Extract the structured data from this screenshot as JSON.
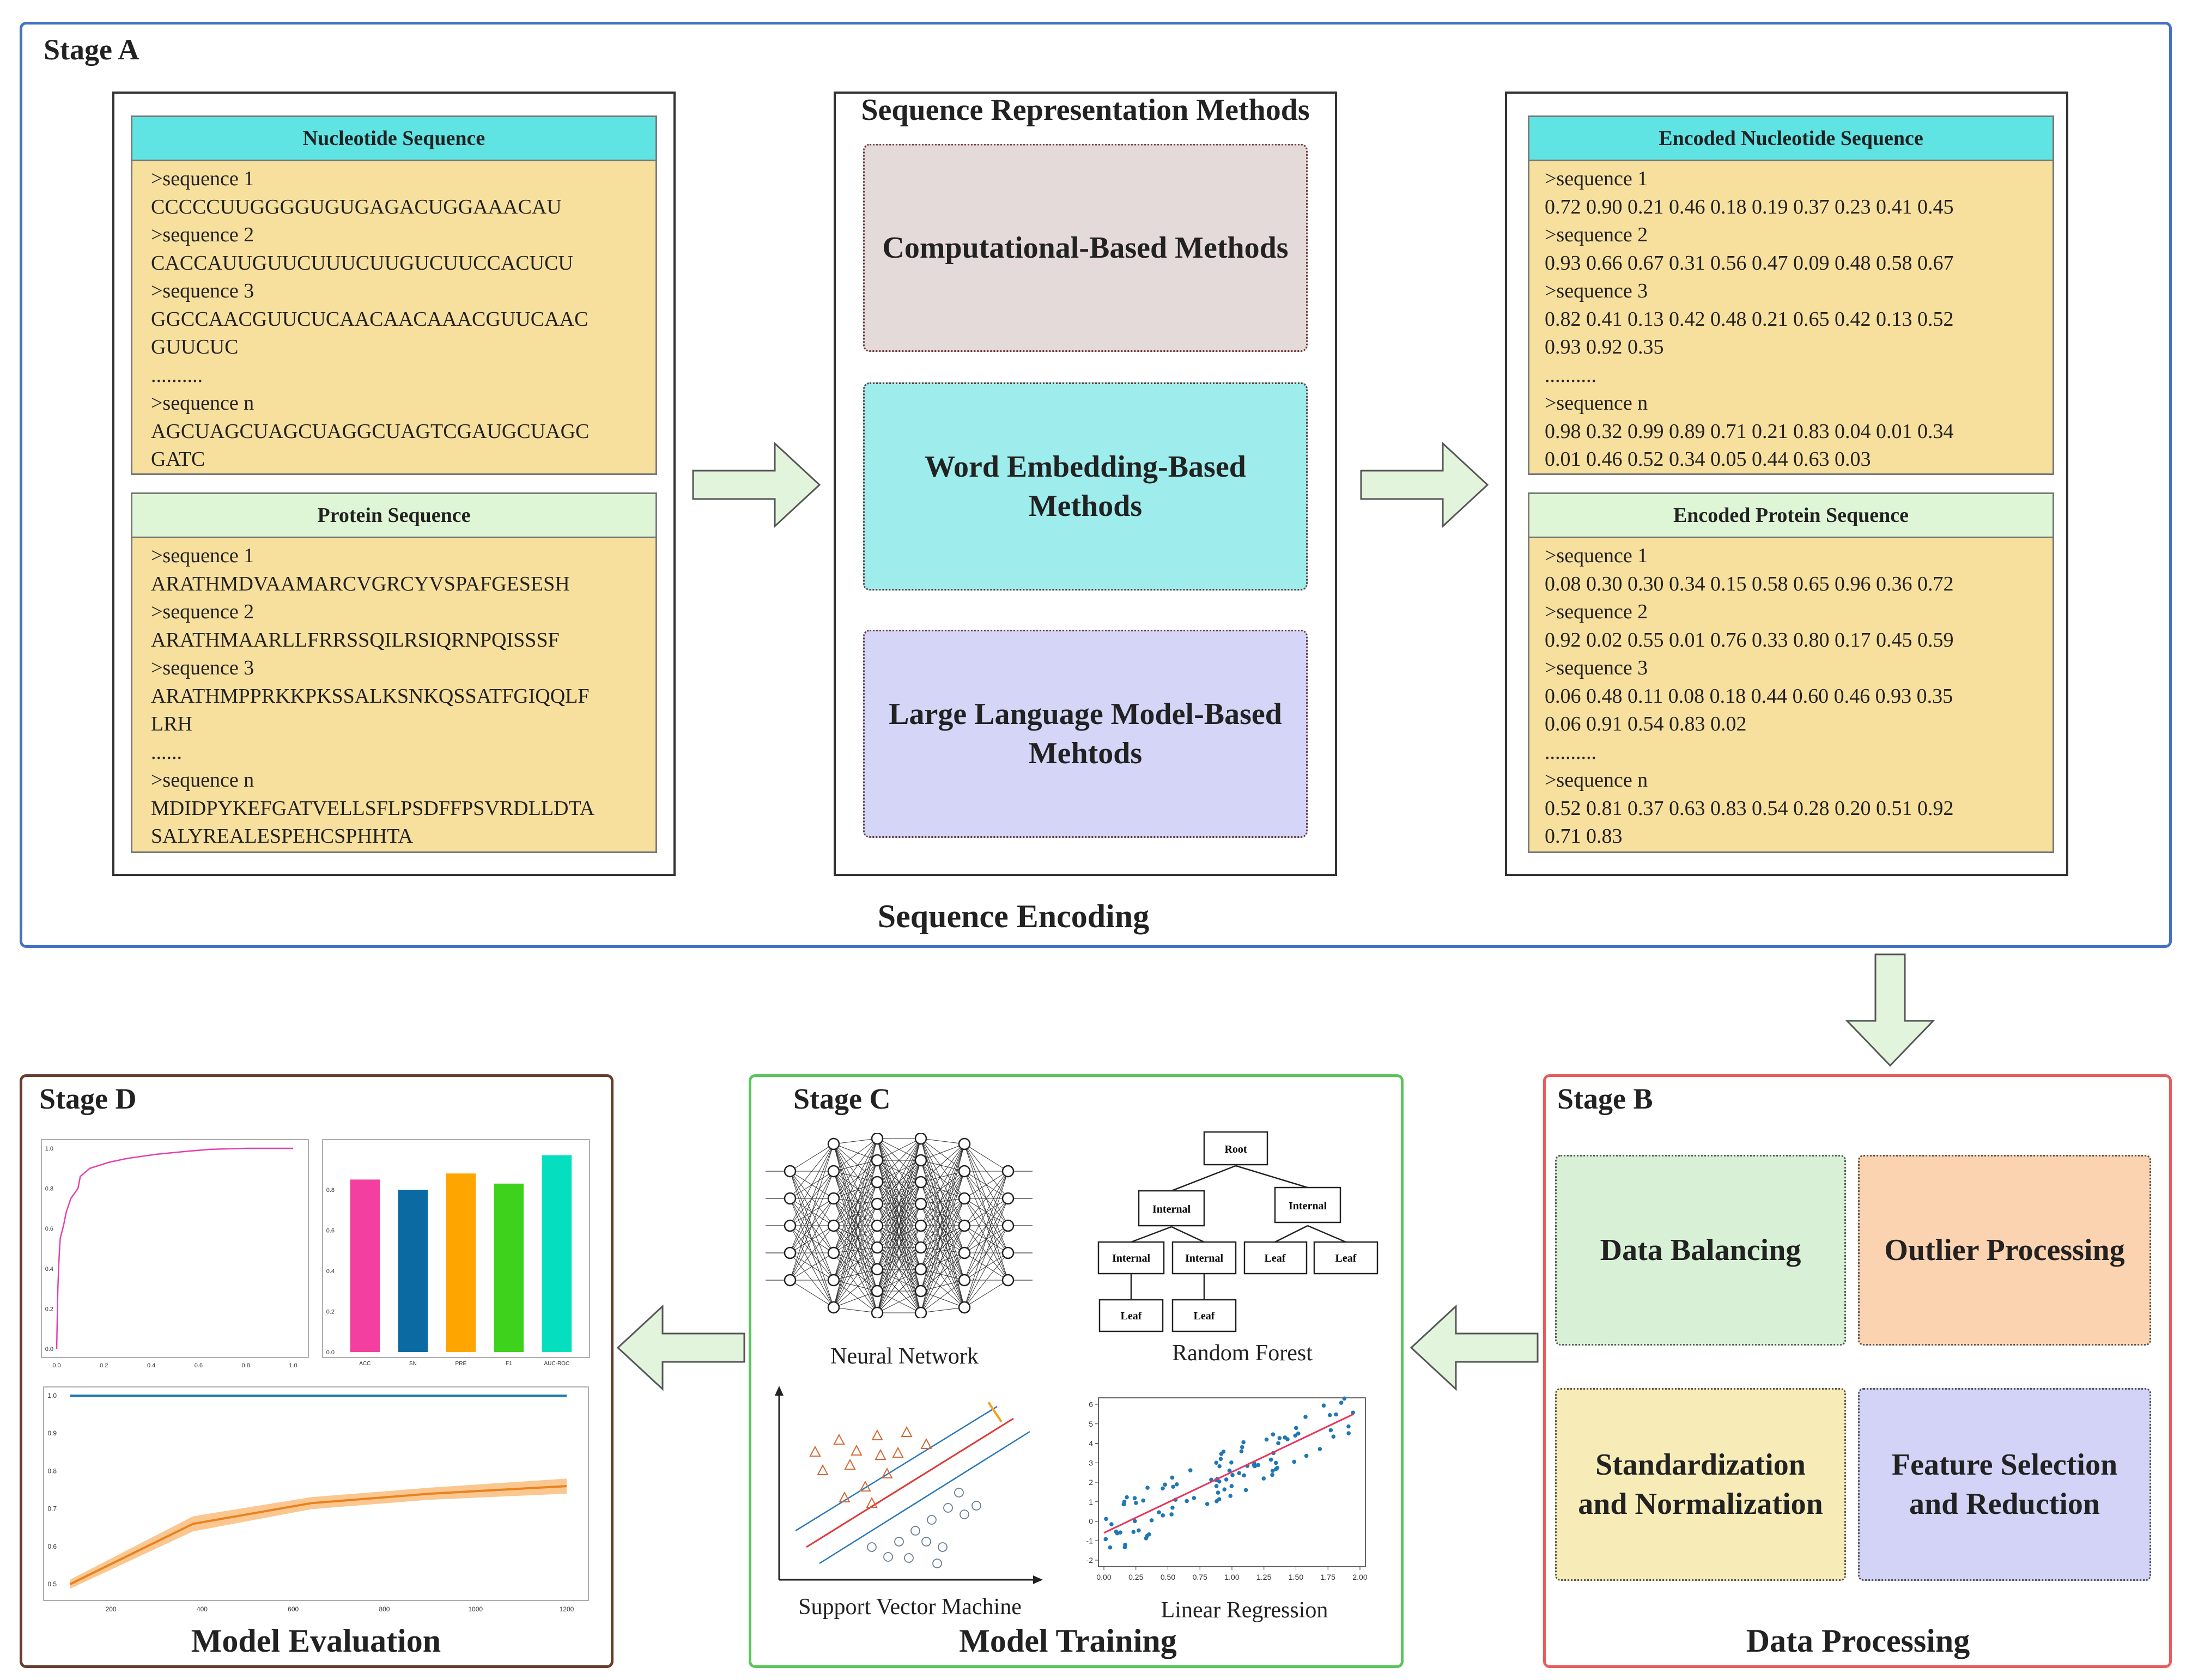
{
  "stages": {
    "a": {
      "label": "Stage A",
      "caption": "Sequence Encoding"
    },
    "b": {
      "label": "Stage B",
      "caption": "Data Processing"
    },
    "c": {
      "label": "Stage C",
      "caption": "Model Training"
    },
    "d": {
      "label": "Stage D",
      "caption": "Model Evaluation"
    }
  },
  "nucleotide": {
    "title": "Nucleotide Sequence",
    "lines": [
      ">sequence 1",
      "CCCCCUUGGGGUGUGAGACUGGAAACAU",
      ">sequence 2",
      "CACCAUUGUUCUUUCUUGUCUUCCACUCU",
      ">sequence 3",
      "GGCCAACGUUCUCAACAACAAACGUUCAAC",
      "GUUCUC",
      "..........",
      ">sequence n",
      "AGCUAGCUAGCUAGGCUAGTCGAUGCUAGC",
      "GATC"
    ]
  },
  "protein": {
    "title": "Protein Sequence",
    "lines": [
      ">sequence 1",
      "ARATHMDVAAMARCVGRCYVSPAFGESESH",
      ">sequence 2",
      "ARATHMAARLLFRRSSQILRSIQRNPQISSSF",
      ">sequence 3",
      "ARATHMPPRKKPKSSALKSNKQSSATFGIQQLF",
      "LRH",
      "......",
      ">sequence n",
      "MDIDPYKEFGATVELLSFLPSDFFPSVRDLLDTA",
      "SALYREALESPEHCSPHHTA"
    ]
  },
  "methods": {
    "title": "Sequence Representation Methods",
    "items": [
      "Computational-Based Methods",
      "Word Embedding-Based Methods",
      "Large Language Model-Based Mehtods"
    ]
  },
  "encoded_nucleotide": {
    "title": "Encoded Nucleotide Sequence",
    "lines": [
      ">sequence 1",
      "0.72 0.90 0.21 0.46 0.18 0.19 0.37 0.23 0.41 0.45",
      ">sequence 2",
      "0.93 0.66 0.67 0.31 0.56 0.47 0.09 0.48 0.58 0.67",
      ">sequence 3",
      "0.82 0.41 0.13 0.42 0.48 0.21 0.65 0.42 0.13 0.52",
      "0.93 0.92 0.35",
      "..........",
      ">sequence n",
      "0.98 0.32 0.99 0.89 0.71 0.21 0.83 0.04 0.01 0.34",
      "0.01 0.46 0.52 0.34 0.05 0.44 0.63 0.03"
    ]
  },
  "encoded_protein": {
    "title": "Encoded Protein Sequence",
    "lines": [
      ">sequence 1",
      "0.08 0.30 0.30 0.34 0.15 0.58 0.65 0.96 0.36 0.72",
      ">sequence 2",
      "0.92 0.02 0.55 0.01 0.76 0.33 0.80 0.17 0.45 0.59",
      ">sequence 3",
      "0.06 0.48 0.11 0.08 0.18 0.44 0.60 0.46 0.93 0.35",
      "0.06 0.91 0.54 0.83 0.02",
      "..........",
      ">sequence n",
      "0.52 0.81 0.37 0.63 0.83 0.54 0.28 0.20 0.51 0.92",
      "0.71 0.83"
    ]
  },
  "processing": {
    "items": [
      "Data Balancing",
      "Outlier Processing",
      "Standardization and Normalization",
      "Feature Selection and Reduction"
    ],
    "colors": [
      "#d8f1d6",
      "#fbd3b1",
      "#f7ecb8",
      "#d3d3f7"
    ]
  },
  "training": {
    "labels": [
      "Neural Network",
      "Random Forest",
      "Support Vector Machine",
      "Linear Regression"
    ],
    "tree": {
      "root": "Root",
      "internal": "Internal",
      "leaf": "Leaf"
    },
    "linreg": {
      "xticks": [
        "0.00",
        "0.25",
        "0.50",
        "0.75",
        "1.00",
        "1.25",
        "1.50",
        "1.75",
        "2.00"
      ],
      "yticks": [
        "6",
        "5",
        "4",
        "3",
        "2",
        "1",
        "0",
        "-1",
        "-2"
      ]
    }
  },
  "evaluation": {
    "roc": {
      "xticks": [
        "0.0",
        "0.2",
        "0.4",
        "0.6",
        "0.8",
        "1.0"
      ],
      "yticks": [
        "1.0",
        "0.8",
        "0.6",
        "0.4",
        "0.2",
        "0.0"
      ]
    },
    "bars": {
      "categories": [
        "ACC",
        "SN",
        "PRE",
        "F1",
        "AUC-ROC"
      ],
      "values": [
        0.85,
        0.8,
        0.88,
        0.83,
        0.97
      ],
      "colors": [
        "#f23fa0",
        "#0a6aa1",
        "#ffa500",
        "#3ed21c",
        "#05dfc0"
      ],
      "yticks": [
        "0.8",
        "0.6",
        "0.4",
        "0.2",
        "0.0"
      ]
    },
    "learning": {
      "xticks": [
        "200",
        "400",
        "600",
        "800",
        "1000",
        "1200"
      ],
      "yticks": [
        "1.0",
        "0.9",
        "0.8",
        "0.7",
        "0.6",
        "0.5"
      ]
    }
  },
  "colors": {
    "stage_a": "#4472c4",
    "stage_b": "#e85c5c",
    "stage_c": "#5cc45c",
    "stage_d": "#6b3d2e",
    "arrow_fill": "#e2f5dc",
    "arrow_stroke": "#555555",
    "nucleotide_head": "#5fe3e3",
    "protein_head": "#def6d6",
    "seq_body": "#f7df9d",
    "method1": "#e4dad9",
    "method2": "#9eecec",
    "method3": "#d5d5f8"
  }
}
